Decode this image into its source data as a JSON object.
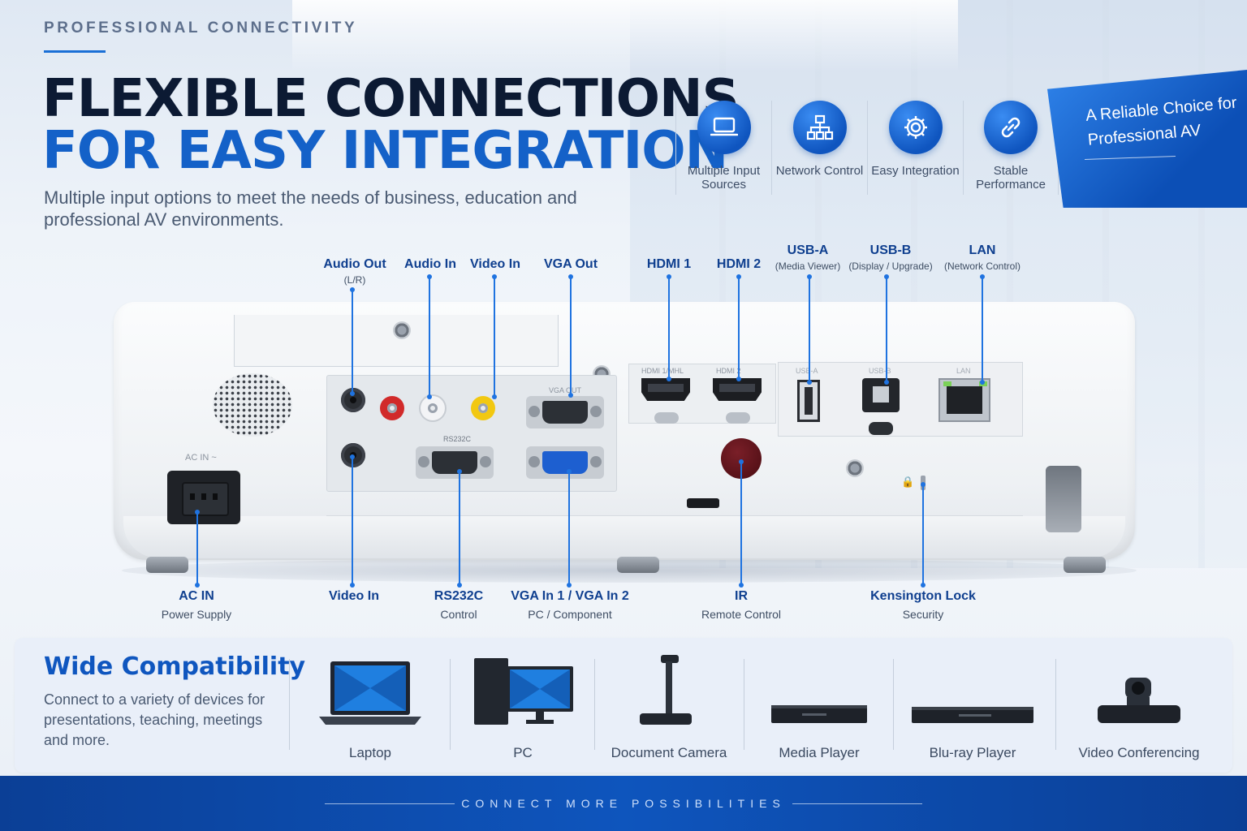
{
  "header": {
    "eyebrow": "PROFESSIONAL CONNECTIVITY",
    "title_line1": "FLEXIBLE CONNECTIONS",
    "title_line2": "FOR EASY INTEGRATION",
    "subtitle": "Multiple input options to meet the needs of business, education and professional AV environments."
  },
  "features": [
    {
      "label": "Multiple Input Sources",
      "icon": "laptop-icon"
    },
    {
      "label": "Network Control",
      "icon": "network-icon"
    },
    {
      "label": "Easy Integration",
      "icon": "gear-icon"
    },
    {
      "label": "Stable Performance",
      "icon": "link-icon"
    }
  ],
  "ribbon": {
    "text": "A Reliable Choice for Professional AV"
  },
  "top_ports": [
    {
      "name": "Audio Out",
      "sub": "(L/R)"
    },
    {
      "name": "Audio In",
      "sub": ""
    },
    {
      "name": "Video In",
      "sub": ""
    },
    {
      "name": "VGA Out",
      "sub": ""
    },
    {
      "name": "HDMI 1",
      "sub": ""
    },
    {
      "name": "HDMI 2",
      "sub": ""
    },
    {
      "name": "USB-A",
      "sub": "(Media Viewer)"
    },
    {
      "name": "USB-B",
      "sub": "(Display / Upgrade)"
    },
    {
      "name": "LAN",
      "sub": "(Network Control)"
    }
  ],
  "bottom_ports": [
    {
      "name": "AC IN",
      "sub": "Power Supply"
    },
    {
      "name": "Video In",
      "sub": ""
    },
    {
      "name": "RS232C",
      "sub": "Control"
    },
    {
      "name": "VGA In 1 / VGA In 2",
      "sub": "PC / Component"
    },
    {
      "name": "IR",
      "sub": "Remote Control"
    },
    {
      "name": "Kensington Lock",
      "sub": "Security"
    }
  ],
  "device_markings": {
    "ac_in": "AC IN ~",
    "rs232c": "RS232C",
    "vga_out": "VGA OUT",
    "hdmi1": "HDMI 1/MHL",
    "hdmi2": "HDMI 2",
    "usb_a": "USB-A",
    "usb_b": "USB-B",
    "lan": "LAN"
  },
  "compatibility": {
    "title": "Wide Compatibility",
    "description": "Connect to a variety of devices for presentations, teaching, meetings and more.",
    "devices": [
      {
        "label": "Laptop"
      },
      {
        "label": "PC"
      },
      {
        "label": "Document Camera"
      },
      {
        "label": "Media Player"
      },
      {
        "label": "Blu-ray Player"
      },
      {
        "label": "Video Conferencing"
      }
    ]
  },
  "footer": {
    "text": "CONNECT MORE POSSIBILITIES"
  },
  "colors": {
    "accent": "#1461c8",
    "label_blue": "#0f3f8f",
    "footer": "#0e55bd"
  }
}
